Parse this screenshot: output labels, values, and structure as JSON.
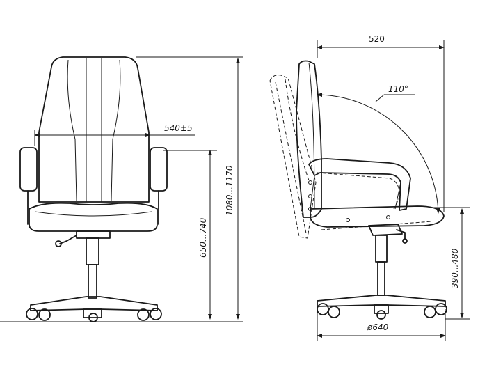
{
  "dimensions": {
    "top_depth": "520",
    "recline_angle": "110°",
    "seat_width": "540±5",
    "overall_height": "1080...1170",
    "armrest_height": "650...740",
    "seat_height": "390...480",
    "base_diameter": "ø640"
  }
}
